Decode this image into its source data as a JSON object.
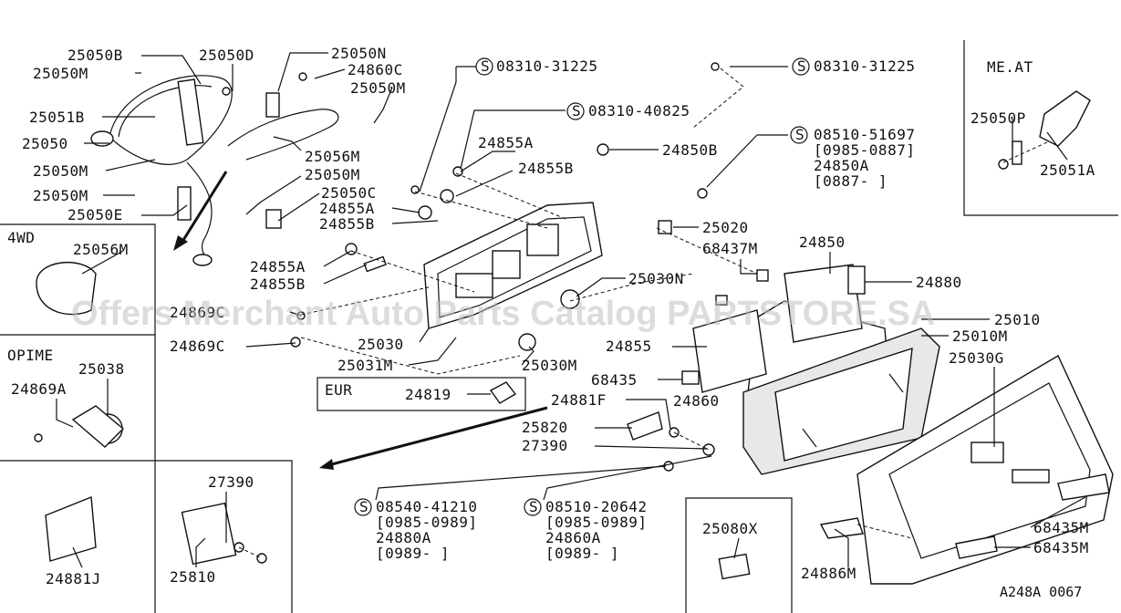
{
  "watermark": "Offers Merchant Auto Parts Catalog PARTSTORE.SA",
  "diagram_code": "A248A 0067",
  "insets": {
    "meat": "ME.AT",
    "fwd": "4WD",
    "opime": "OPIME",
    "eur": "EUR"
  },
  "labels": [
    "25050B",
    "25050M",
    "25050D",
    "25050N",
    "24860C",
    "25050M",
    "25051B",
    "25050",
    "25056M",
    "25050M",
    "25050M",
    "25050C",
    "25050E",
    "25050M",
    "08310-31225",
    "08310-40825",
    "08310-31225",
    "08510-51697",
    "[0985-0887]",
    "24850A",
    "[0887-      ]",
    "24855A",
    "24855B",
    "24850B",
    "24855A",
    "24855B",
    "25020",
    "68437M",
    "24850",
    "24880",
    "24855A",
    "24855B",
    "25030N",
    "25030",
    "25031M",
    "25030M",
    "24869C",
    "24869C",
    "24855",
    "68435",
    "24860",
    "25010M",
    "25030G",
    "24881F",
    "25820",
    "27390",
    "24819",
    "08540-41210",
    "[0985-0989]",
    "24880A",
    "[0989-      ]",
    "08510-20642",
    "[0985-0989]",
    "24860A",
    "[0989-      ]",
    "25080X",
    "24886M",
    "68435M",
    "68435M",
    "25050P",
    "25051A",
    "25056M",
    "25038",
    "24869A",
    "24881J",
    "27390",
    "25810",
    "25010"
  ]
}
